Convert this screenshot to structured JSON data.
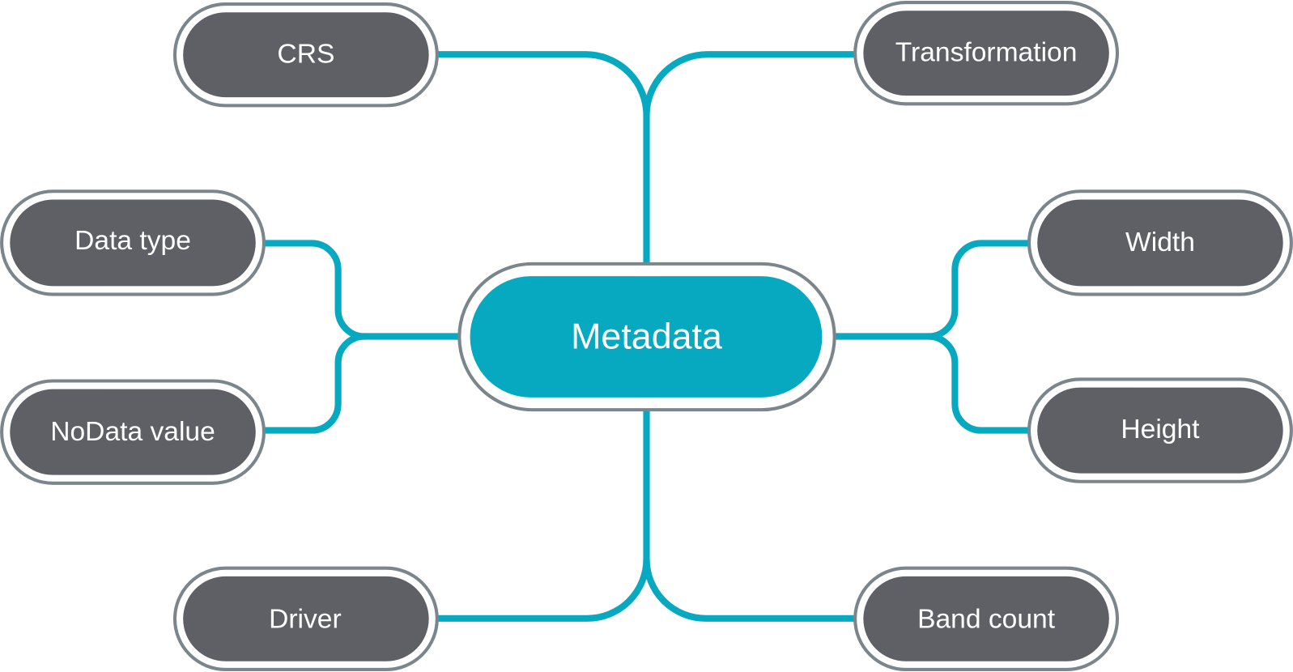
{
  "diagram": {
    "center": "Metadata",
    "nodes": {
      "crs": "CRS",
      "transformation": "Transformation",
      "data_type": "Data type",
      "nodata_value": "NoData value",
      "width": "Width",
      "height": "Height",
      "driver": "Driver",
      "band_count": "Band count"
    }
  },
  "colors": {
    "accent": "#06a9bf",
    "node": "#5f6066",
    "outline": "#7a858c"
  }
}
